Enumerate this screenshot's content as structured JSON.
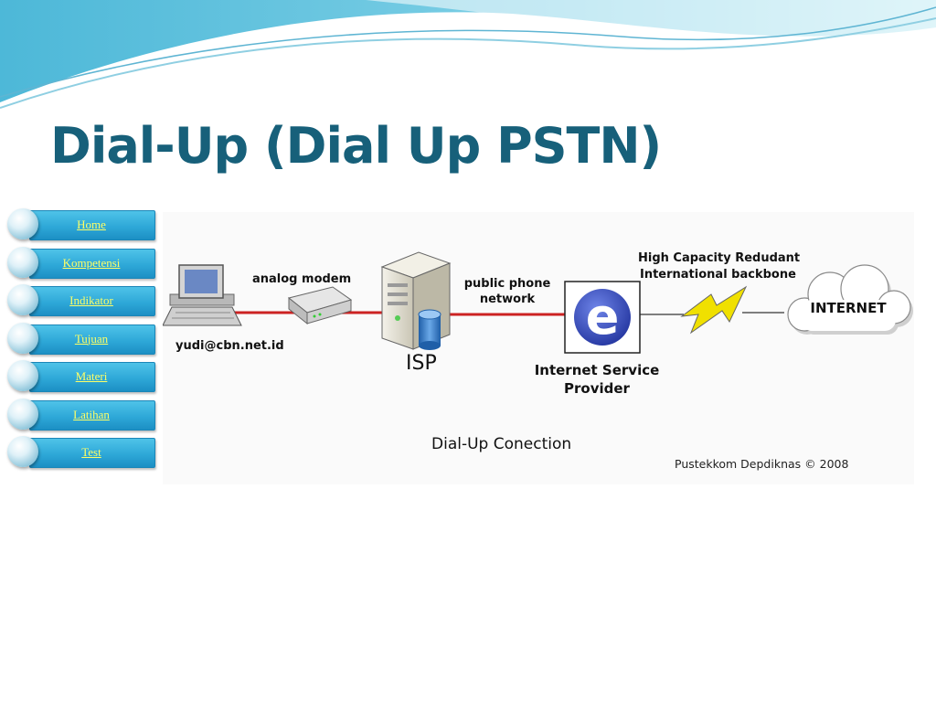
{
  "slide": {
    "title": "Dial-Up (Dial Up PSTN)"
  },
  "nav": {
    "items": [
      {
        "label": "Home"
      },
      {
        "label": "Kompetensi"
      },
      {
        "label": "Indikator"
      },
      {
        "label": "Tujuan"
      },
      {
        "label": "Materi"
      },
      {
        "label": "Latihan"
      },
      {
        "label": "Test"
      }
    ]
  },
  "diagram": {
    "user_label": "yudi@cbn.net.id",
    "modem_label": "analog modem",
    "isp_label": "ISP",
    "phone_label_line1": "public phone",
    "phone_label_line2": "network",
    "provider_label_line1": "Internet Service",
    "provider_label_line2": "Provider",
    "provider_icon_letter": "e",
    "backbone_label_line1": "High Capacity Redudant",
    "backbone_label_line2": "International backbone",
    "cloud_label": "INTERNET",
    "caption": "Dial-Up Conection",
    "credit": "Pustekkom Depdiknas © 2008"
  },
  "colors": {
    "title": "#17607a",
    "nav_bar": "#2ea8d8",
    "nav_text": "#ffff66",
    "link_line": "#cc2222",
    "lightning": "#f0e000",
    "provider_icon": "#2d3fb0"
  }
}
